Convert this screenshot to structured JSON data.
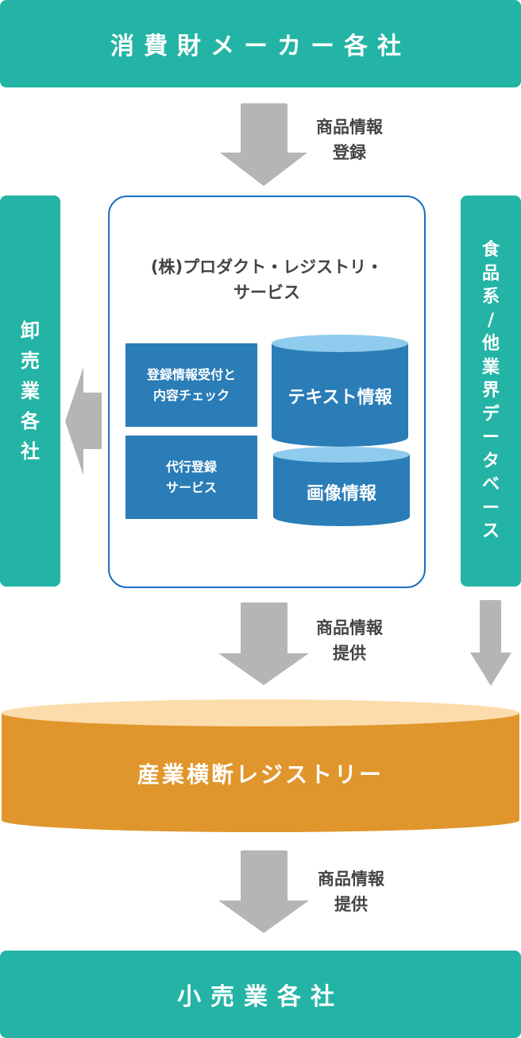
{
  "colors": {
    "teal": "#24b4a6",
    "registry_border": "#1a6fc2",
    "blue_box": "#2a7db7",
    "cylinder_top_blue": "#8ecbec",
    "orange": "#e0962c",
    "orange_top": "#fddcab",
    "arrow_gray": "#b5b5b5",
    "text_dark": "#444444"
  },
  "nodes": {
    "manufacturers": "消費財メーカー各社",
    "wholesalers": [
      "卸",
      "売",
      "業",
      "各",
      "社"
    ],
    "other_db": [
      "食",
      "品",
      "系",
      "/",
      "他",
      "業",
      "界",
      "デ",
      "ー",
      "タ",
      "ベ",
      "ー",
      "ス"
    ],
    "registry_service": {
      "title_line1": "(株)プロダクト・レジストリ・",
      "title_line2": "サービス",
      "box1_line1": "登録情報受付と",
      "box1_line2": "内容チェック",
      "box2_line1": "代行登録",
      "box2_line2": "サービス",
      "db_text": "テキスト情報",
      "db_image": "画像情報"
    },
    "cross_industry_registry": "産業横断レジストリー",
    "retailers": "小売業各社"
  },
  "edges": [
    {
      "from": "manufacturers",
      "to": "registry_service",
      "label_line1": "商品情報",
      "label_line2": "登録"
    },
    {
      "from": "registry_service",
      "to": "wholesalers",
      "label_line1": "",
      "label_line2": ""
    },
    {
      "from": "registry_service",
      "to": "cross_industry_registry",
      "label_line1": "商品情報",
      "label_line2": "提供"
    },
    {
      "from": "other_db",
      "to": "cross_industry_registry",
      "label_line1": "",
      "label_line2": ""
    },
    {
      "from": "cross_industry_registry",
      "to": "retailers",
      "label_line1": "商品情報",
      "label_line2": "提供"
    }
  ]
}
